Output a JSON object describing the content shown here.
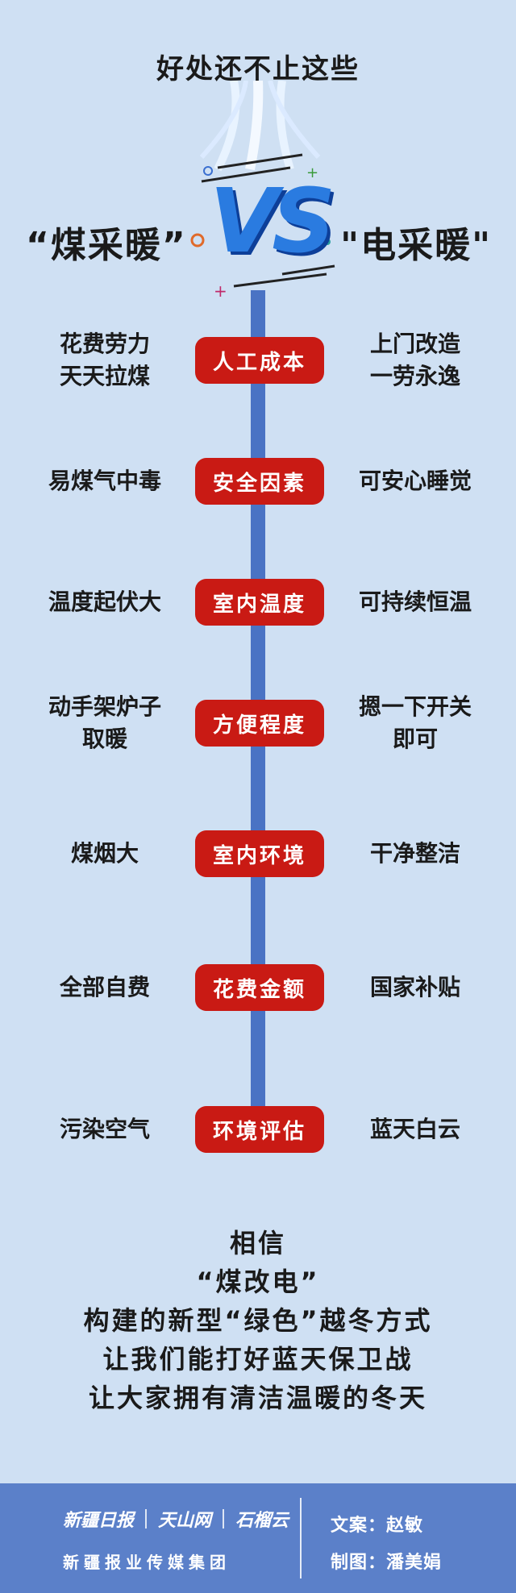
{
  "title": "好处还不止这些",
  "left_title": "“煤采暖”",
  "vs_label": "VS",
  "right_title": "\"电采暖\"",
  "rows": [
    {
      "left": "花费劳力\n天天拉煤",
      "badge": "人工成本",
      "right": "上门改造\n一劳永逸"
    },
    {
      "left": "易煤气中毒",
      "badge": "安全因素",
      "right": "可安心睡觉"
    },
    {
      "left": "温度起伏大",
      "badge": "室内温度",
      "right": "可持续恒温"
    },
    {
      "left": "动手架炉子\n取暖",
      "badge": "方便程度",
      "right": "摁一下开关\n即可"
    },
    {
      "left": "煤烟大",
      "badge": "室内环境",
      "right": "干净整洁"
    },
    {
      "left": "全部自费",
      "badge": "花费金额",
      "right": "国家补贴"
    },
    {
      "left": "污染空气",
      "badge": "环境评估",
      "right": "蓝天白云"
    }
  ],
  "closing": [
    "相信",
    "“煤改电”",
    "构建的新型“绿色”越冬方式",
    "让我们能打好蓝天保卫战",
    "让大家拥有清洁温暖的冬天"
  ],
  "footer": {
    "logos": [
      "新疆日报",
      "天山网",
      "石榴云"
    ],
    "group": "新疆报业传媒集团",
    "credits": [
      "文案：赵敏",
      "制图：潘美娟"
    ]
  },
  "colors": {
    "background": "#cfe0f3",
    "badge": "#c91a14",
    "spine": "#4a73c4",
    "footer": "#5b80c9",
    "vs": "#2a7be0"
  }
}
